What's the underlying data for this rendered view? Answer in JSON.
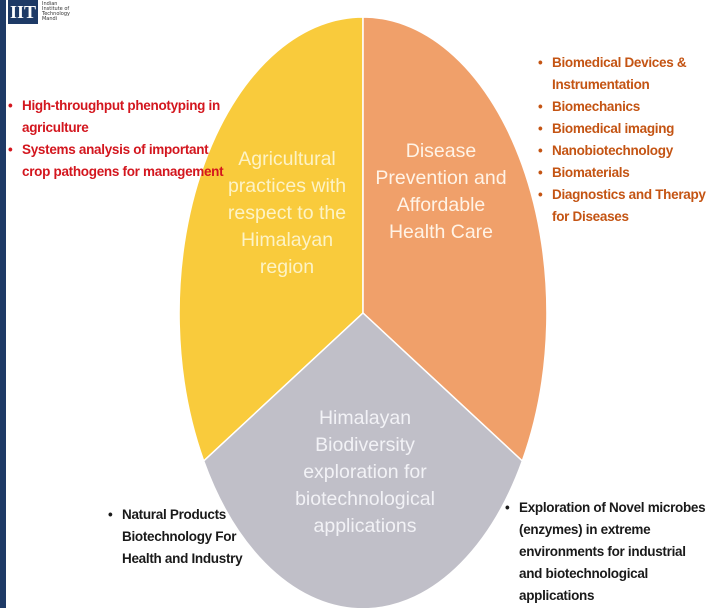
{
  "logo": {
    "mark": "IIT",
    "text_lines": [
      "Indian",
      "Institute of",
      "Technology",
      "Mandi"
    ]
  },
  "sectors": [
    {
      "key": "agri",
      "label": "Agricultural practices with respect to the Himalayan region",
      "color": "#f9cb3c"
    },
    {
      "key": "disease",
      "label": "Disease Prevention and Affordable Health Care",
      "color": "#f0a06a"
    },
    {
      "key": "bio",
      "label": "Himalayan Biodiversity exploration for biotechnological applications",
      "color": "#c0bfc8"
    }
  ],
  "lists": {
    "left": [
      "High-throughput phenotyping in agriculture",
      "Systems analysis of important crop pathogens for management"
    ],
    "right": [
      "Biomedical Devices & Instrumentation",
      "Biomechanics",
      "Biomedical imaging",
      "Nanobiotechnology",
      "Biomaterials",
      "Diagnostics and Therapy for Diseases"
    ],
    "bottom_left": [
      "Natural Products Biotechnology For Health and Industry"
    ],
    "bottom_right": [
      "Exploration of Novel microbes (enzymes) in extreme environments for industrial and biotechnological applications"
    ]
  },
  "colors": {
    "left_list": "#d3161e",
    "right_list": "#c45413",
    "frame": "#1e3a66"
  }
}
